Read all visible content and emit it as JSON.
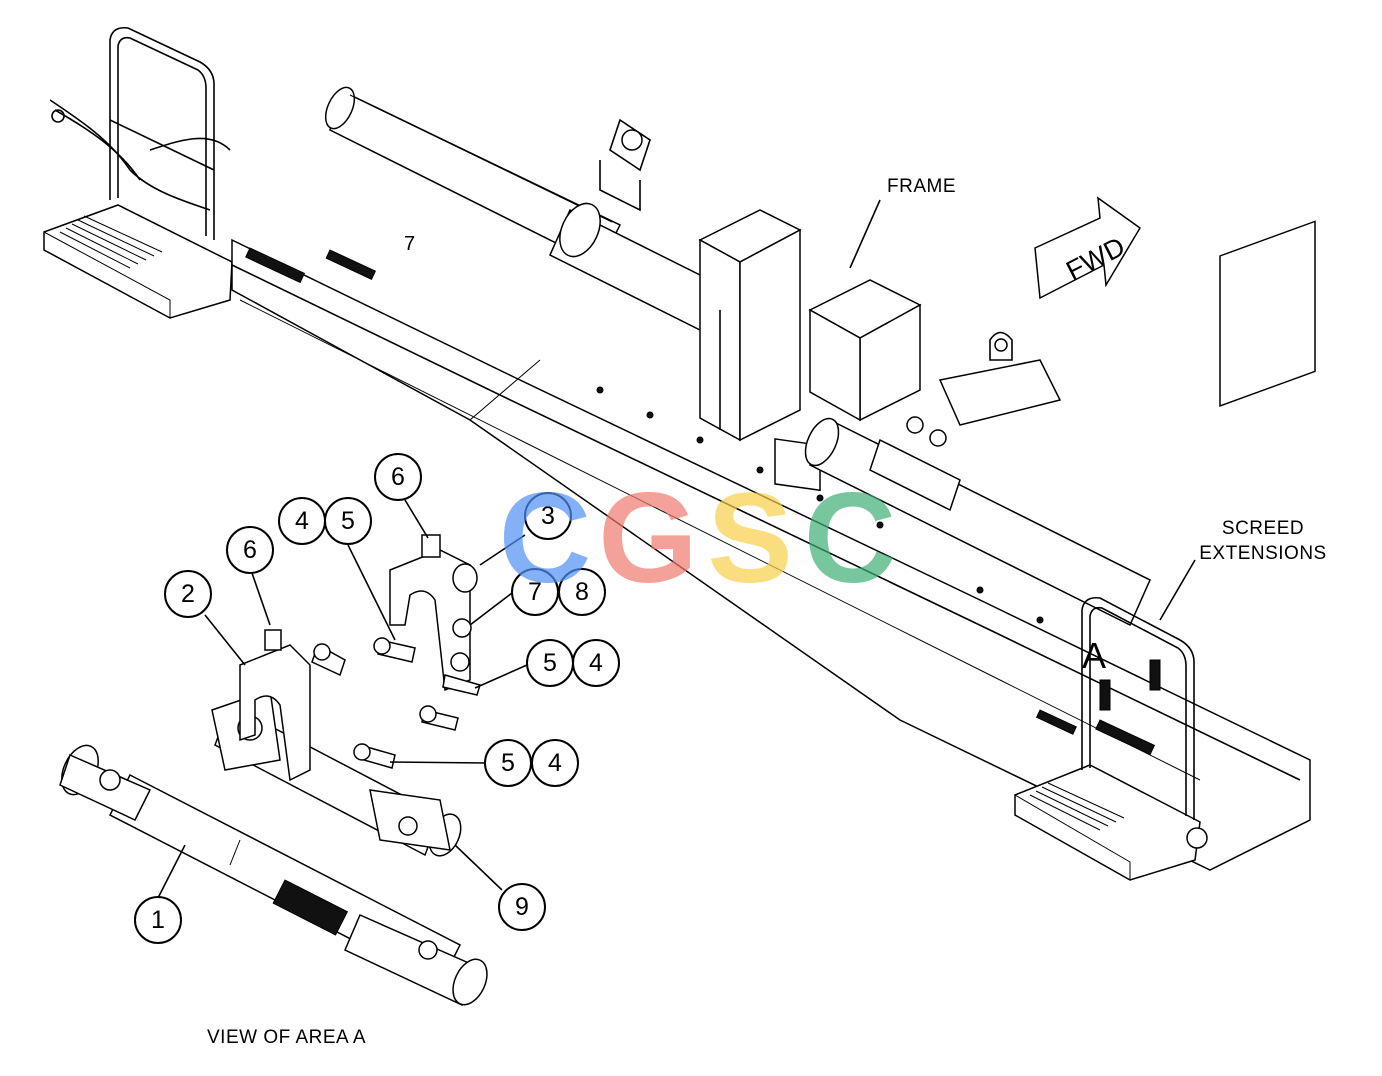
{
  "labels": {
    "frame": "FRAME",
    "fwd": "FWD",
    "screed_line1": "SCREED",
    "screed_line2": "EXTENSIONS",
    "area": "A",
    "view_caption": "VIEW OF AREA A",
    "small_seven": "7"
  },
  "watermark": {
    "letters": [
      "C",
      "G",
      "S",
      "C"
    ],
    "colors": [
      "#4f8ff5",
      "#f07a6e",
      "#f7cf4a",
      "#3fae74"
    ]
  },
  "callouts": [
    {
      "id": "c1",
      "num": "1"
    },
    {
      "id": "c2",
      "num": "2"
    },
    {
      "id": "c3",
      "num": "3"
    },
    {
      "id": "c4a",
      "num": "4"
    },
    {
      "id": "c5a",
      "num": "5"
    },
    {
      "id": "c6a",
      "num": "6"
    },
    {
      "id": "c6b",
      "num": "6"
    },
    {
      "id": "c7",
      "num": "7"
    },
    {
      "id": "c8",
      "num": "8"
    },
    {
      "id": "c5b",
      "num": "5"
    },
    {
      "id": "c4b",
      "num": "4"
    },
    {
      "id": "c5c",
      "num": "5"
    },
    {
      "id": "c4c",
      "num": "4"
    },
    {
      "id": "c9",
      "num": "9"
    }
  ]
}
